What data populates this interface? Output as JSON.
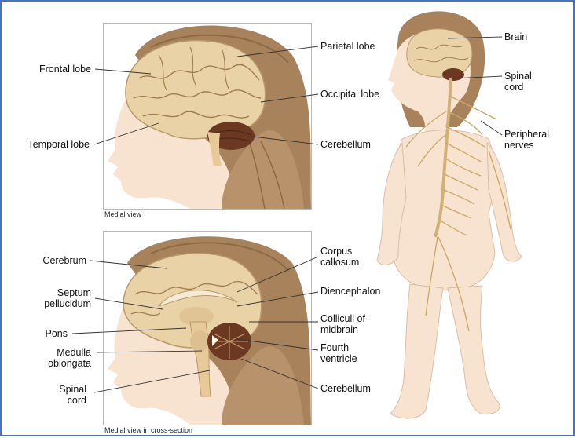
{
  "top_panel": {
    "caption": "Medial view",
    "labels": {
      "frontal_lobe": "Frontal lobe",
      "temporal_lobe": "Temporal lobe",
      "parietal_lobe": "Parietal lobe",
      "occipital_lobe": "Occipital lobe",
      "cerebellum": "Cerebellum"
    }
  },
  "bottom_panel": {
    "caption": "Medial view in cross-section",
    "labels": {
      "cerebrum": "Cerebrum",
      "septum_line1": "Septum",
      "septum_line2": "pellucidum",
      "pons": "Pons",
      "medulla_line1": "Medulla",
      "medulla_line2": "oblongata",
      "spinal_line1": "Spinal",
      "spinal_line2": "cord",
      "corpus_line1": "Corpus",
      "corpus_line2": "callosum",
      "diencephalon": "Diencephalon",
      "colliculi_line1": "Colliculi of",
      "colliculi_line2": "midbrain",
      "fourth_line1": "Fourth",
      "fourth_line2": "ventricle",
      "cerebellum": "Cerebellum"
    }
  },
  "body_figure": {
    "labels": {
      "brain": "Brain",
      "spinal_line1": "Spinal",
      "spinal_line2": "cord",
      "peripheral_line1": "Peripheral",
      "peripheral_line2": "nerves"
    }
  },
  "colors": {
    "frame": "#4a73b8",
    "hair": "#a8825a",
    "skin": "#f7e3cf",
    "brain": "#e9d3a6",
    "cerebellum": "#6b3822"
  }
}
